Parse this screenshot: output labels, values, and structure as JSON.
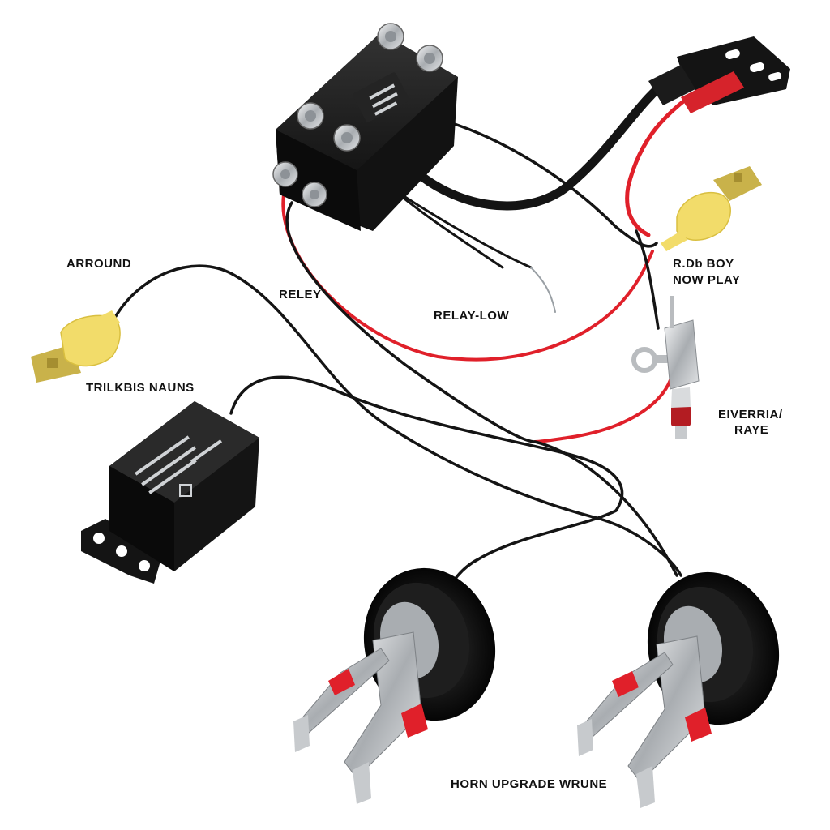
{
  "labels": {
    "arround": "ARROUND",
    "trilkbis": "TRILKBIS NAUNS",
    "reley": "RELEY",
    "relay_low": "RELAY-LOW",
    "rdb_line1": "R.Db BOY",
    "rdb_line2": "NOW PLAY",
    "eiverria_line1": "EIVERRIA/",
    "eiverria_line2": "RAYE",
    "bottom": "HORN UPGRADE WRUNE"
  },
  "colors": {
    "wire_black": "#141414",
    "wire_red": "#e0202a",
    "relay_body": "#1a1a1a",
    "terminal_yellow": "#f2dc6a",
    "blade_brass": "#c9b24a",
    "horn_black": "#111111",
    "bracket_silver": "#b9bcbf"
  },
  "icons": [
    "dual-relay-icon",
    "small-relay-icon",
    "horn-icon",
    "spade-connector-icon",
    "fuse-holder-icon",
    "ring-terminal-icon",
    "mounting-bracket-icon"
  ]
}
